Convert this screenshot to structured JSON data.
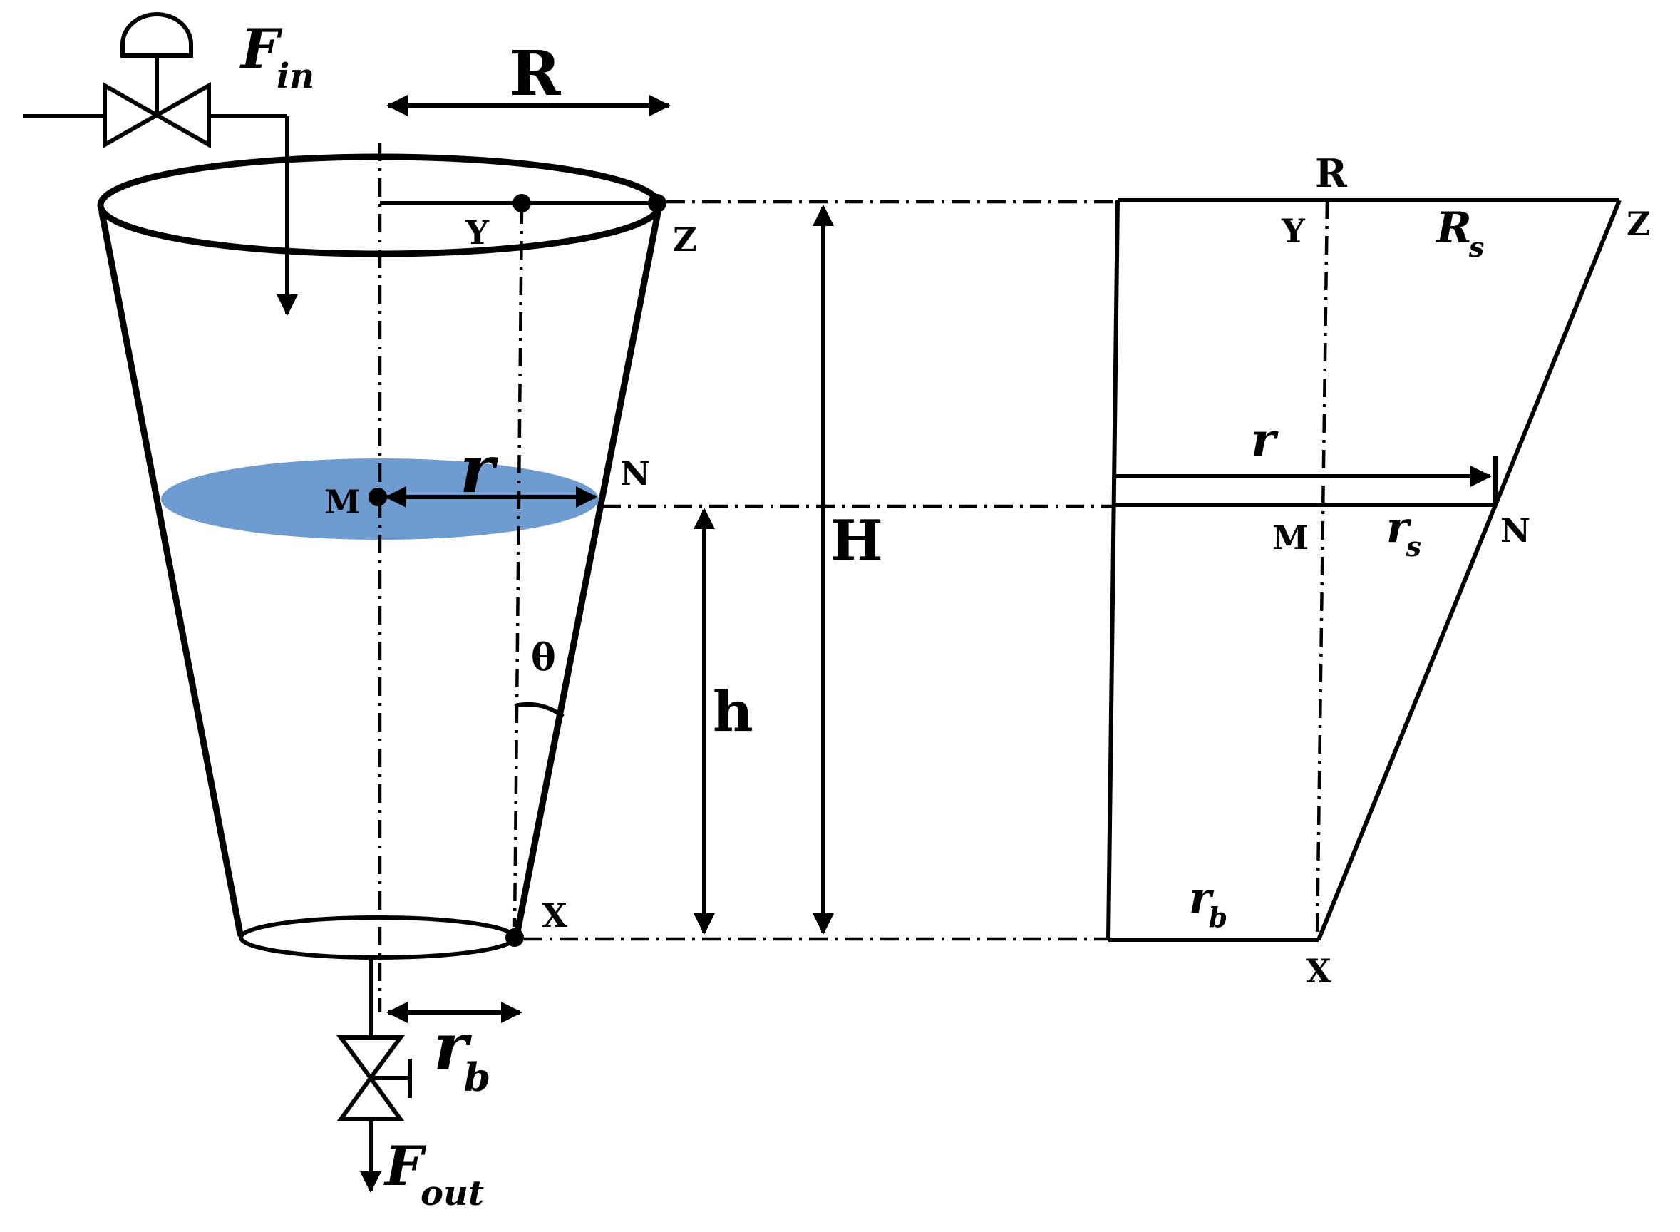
{
  "labels": {
    "f_in_main": "F",
    "f_in_sub": "in",
    "f_out_main": "F",
    "f_out_sub": "out",
    "R_top": "R",
    "H": "H",
    "h": "h",
    "theta": "θ",
    "r_left_main": "r",
    "rb_left_main": "r",
    "rb_left_sub": "b",
    "Y_left": "Y",
    "Z_left": "Z",
    "M_left": "M",
    "N_left": "N",
    "X_left": "X",
    "R_right": "R",
    "Y_right": "Y",
    "Z_right": "Z",
    "Rs_main": "R",
    "Rs_sub": "s",
    "r_right": "r",
    "M_right": "M",
    "N_right": "N",
    "rs_main": "r",
    "rs_sub": "s",
    "rb_right_main": "r",
    "rb_right_sub": "b",
    "X_right": "X"
  },
  "colors": {
    "stroke": "#000000",
    "liquid_surface": "#6e9bd0",
    "background": "#ffffff"
  },
  "icons": {
    "inlet_valve": "control-valve-icon",
    "outlet_valve": "hand-valve-icon"
  }
}
